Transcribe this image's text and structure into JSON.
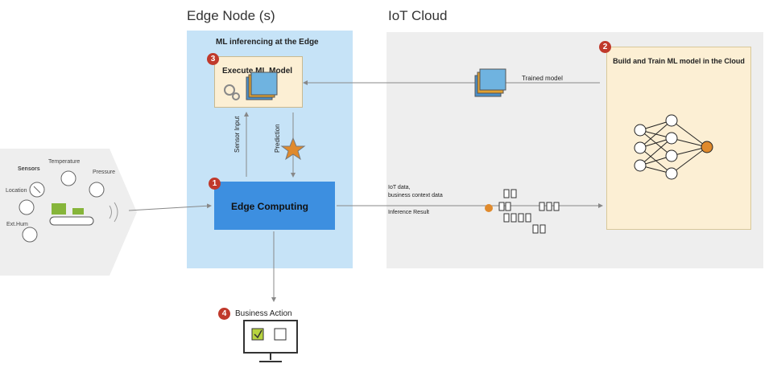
{
  "titles": {
    "edge_node": "Edge Node (s)",
    "iot_cloud": "IoT Cloud"
  },
  "edge": {
    "inferencing_title": "ML inferencing at the Edge",
    "execute_ml_model": "Execute ML Model",
    "sensor_input": "Sensor Input",
    "prediction": "Prediction",
    "edge_computing": "Edge Computing"
  },
  "cloud": {
    "build_train": "Build and Train ML model in the Cloud",
    "trained_model": "Trained model",
    "iot_data": "IoT data,",
    "business_context": "business context data",
    "inference_result": "Inference Result"
  },
  "sensors": {
    "sensors": "Sensors",
    "temperature": "Temperature",
    "pressure": "Pressure",
    "location": "Location",
    "ext": "Ext.Hum"
  },
  "action": {
    "business_action": "Business Action"
  },
  "steps": {
    "one": "1",
    "two": "2",
    "three": "3",
    "four": "4"
  },
  "colors": {
    "edge_panel": "#c6e3f7",
    "edge_computing": "#3d8fe0",
    "cloud_panel": "#eeeeee",
    "model_box": "#fcefd4",
    "step_badge": "#c0392b",
    "accent_orange": "#e08a2c"
  }
}
